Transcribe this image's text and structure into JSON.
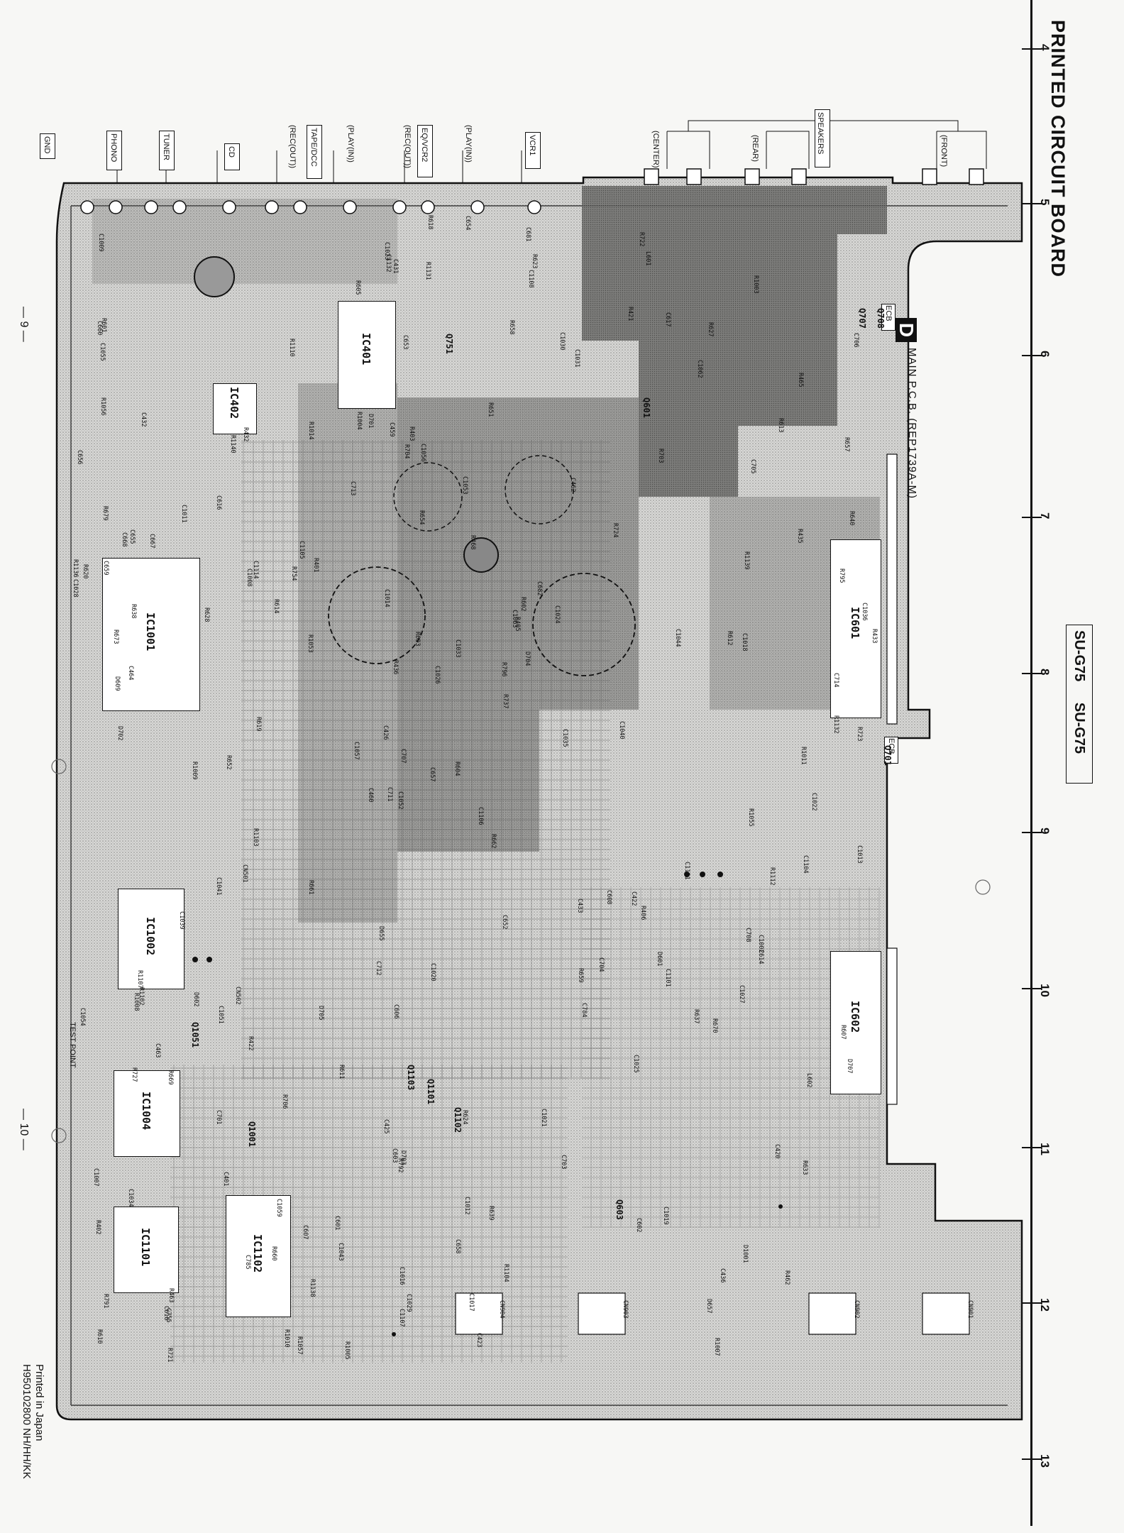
{
  "header": {
    "title": "PRINTED CIRCUIT BOARD",
    "model": "SU-G75  SU-G75"
  },
  "ruler": {
    "labels": [
      "4",
      "5",
      "6",
      "7",
      "8",
      "9",
      "10",
      "11",
      "12",
      "13"
    ]
  },
  "board": {
    "letter": "D",
    "name": "MAIN P.C.B. (REP1739A-M)",
    "terminals_left": [
      "GND",
      "PHONO",
      "TUNER",
      "CD",
      "TAPE/DCC",
      "EQ/VCR2",
      "VCR1"
    ],
    "terminal_sublabels": [
      "(REC(OUT))",
      "(PLAY(IN))",
      "(REC(OUT))",
      "(PLAY(IN))"
    ],
    "terminals_right": [
      "SPEAKERS",
      "(CENTER)",
      "(REAR)",
      "(FRONT)"
    ],
    "ics": [
      "IC401",
      "IC402",
      "IC1001",
      "IC1002",
      "IC1004",
      "IC1101",
      "IC1102",
      "IC601",
      "IC602"
    ],
    "transistors": [
      "Q751",
      "Q601",
      "Q707",
      "Q708",
      "Q701",
      "Q603",
      "Q1001",
      "Q1051",
      "Q1101",
      "Q1102",
      "Q1103"
    ],
    "connectors": [
      "CN501",
      "CN502",
      "CN901",
      "CN902",
      "CN903",
      "CN904"
    ],
    "test_point": "TEST POINT",
    "ecb_labels": [
      "ECB",
      "ECB"
    ],
    "part_refs": [
      "R462",
      "C464",
      "R465",
      "C460",
      "C462",
      "R463",
      "C459",
      "R468",
      "C463",
      "R401",
      "R402",
      "C401",
      "R403",
      "R405",
      "R406",
      "C432",
      "C431",
      "R433",
      "C433",
      "R435",
      "C426",
      "C425",
      "R436",
      "R432",
      "R421",
      "R422",
      "C436",
      "C420",
      "C422",
      "C423",
      "R754",
      "R628",
      "C784",
      "C785",
      "R795",
      "R796",
      "R791",
      "R792",
      "R737",
      "R727",
      "C705",
      "C706",
      "C704",
      "C703",
      "C701",
      "R721",
      "R610",
      "R624",
      "R627",
      "R618",
      "R619",
      "R620",
      "C616",
      "C617",
      "C618",
      "R623",
      "R605",
      "R603",
      "R607",
      "C606",
      "C607",
      "C608",
      "C1008",
      "C1007",
      "C1009",
      "C1011",
      "C1013",
      "C1014",
      "C1012",
      "C1033",
      "C1034",
      "C1035",
      "C1002",
      "C1016",
      "C1018",
      "C1020",
      "C1019",
      "C1017",
      "C1021",
      "C1023",
      "C1022",
      "C1024",
      "C1025",
      "C1026",
      "C1027",
      "C1028",
      "C1029",
      "C1030",
      "C1031",
      "R1009",
      "R1010",
      "R1011",
      "C1036",
      "C1039",
      "C1051",
      "C1059",
      "C1063",
      "C1062",
      "R1053",
      "R1055",
      "C1055",
      "C1056",
      "C1057",
      "R1057",
      "C1054",
      "C1052",
      "R1003",
      "R1004",
      "R1005",
      "R1008",
      "R1007",
      "C1053",
      "R1014",
      "C1040",
      "C1041",
      "D1001",
      "C1043",
      "C1044",
      "R1056",
      "R1102",
      "R1104",
      "C1114",
      "R1110",
      "R1112",
      "C1101",
      "R1103",
      "R1107",
      "C1104",
      "C1105",
      "C1106",
      "R638",
      "R637",
      "R604",
      "R602",
      "R601",
      "C601",
      "C602",
      "C603",
      "C1132",
      "R1139",
      "R1140",
      "R1136",
      "R1138",
      "C1131",
      "C654",
      "C653",
      "R654",
      "R652",
      "R651",
      "C652",
      "R1131",
      "R1132",
      "C1107",
      "C1108",
      "R679",
      "D655",
      "R633",
      "C755",
      "D657",
      "R670",
      "R639",
      "R640",
      "C681",
      "C682",
      "R660",
      "R658",
      "R659",
      "R657",
      "C655",
      "C656",
      "C657",
      "C658",
      "C659",
      "C660",
      "C667",
      "C668",
      "R673",
      "R706",
      "C707",
      "C708",
      "D705",
      "R704",
      "R703",
      "D704",
      "D703",
      "D702",
      "D701",
      "D601",
      "D602",
      "D609",
      "R722",
      "C713",
      "C714",
      "R724",
      "R723",
      "C711",
      "D707",
      "C712",
      "L601",
      "L602",
      "R613",
      "R614",
      "C614",
      "R612",
      "R611",
      "R669",
      "R662",
      "R661"
    ]
  },
  "footer": {
    "page_left": "— 9 —",
    "page_right": "— 10 —",
    "printed": "Printed in Japan",
    "code": "H950102800 NH/HH/KK"
  }
}
